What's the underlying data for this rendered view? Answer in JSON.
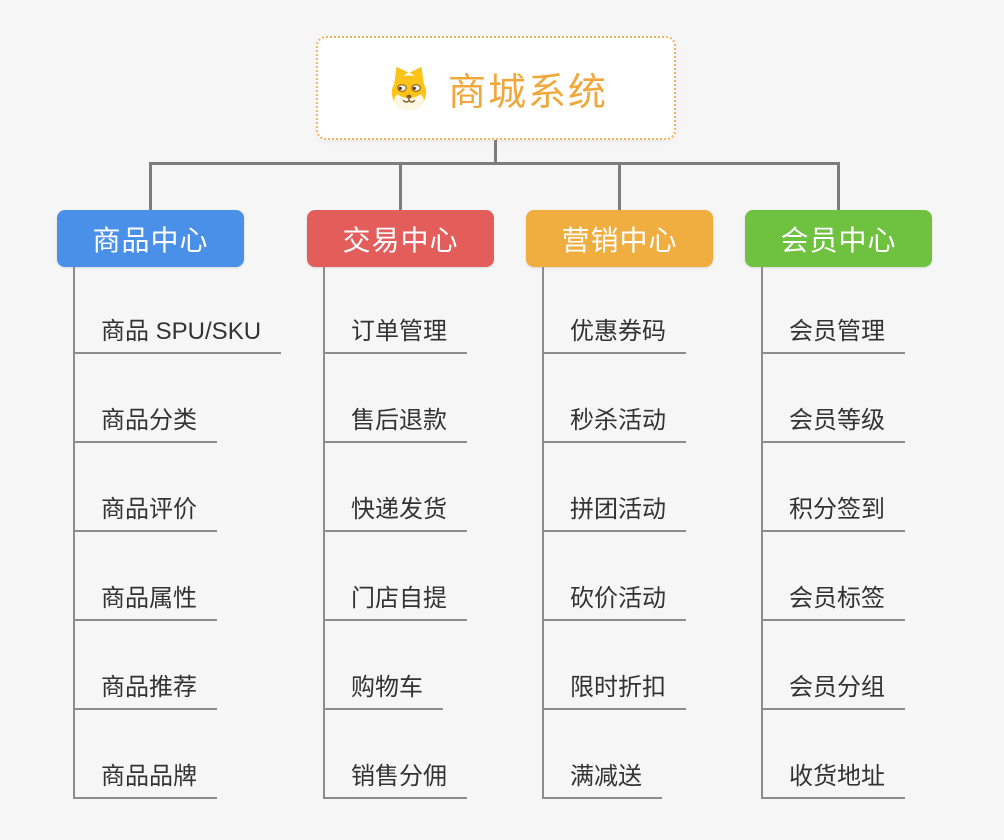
{
  "root": {
    "title": "商城系统",
    "icon": "shiba-dog-icon",
    "accent_color": "#f0a73c",
    "border_color": "#f2b45a"
  },
  "connector_color": "#7d7d7d",
  "branches": [
    {
      "label": "商品中心",
      "color": "#4a90e8",
      "items": [
        "商品 SPU/SKU",
        "商品分类",
        "商品评价",
        "商品属性",
        "商品推荐",
        "商品品牌"
      ]
    },
    {
      "label": "交易中心",
      "color": "#e35d5b",
      "items": [
        "订单管理",
        "售后退款",
        "快递发货",
        "门店自提",
        "购物车",
        "销售分佣"
      ]
    },
    {
      "label": "营销中心",
      "color": "#efae3f",
      "items": [
        "优惠券码",
        "秒杀活动",
        "拼团活动",
        "砍价活动",
        "限时折扣",
        "满减送"
      ]
    },
    {
      "label": "会员中心",
      "color": "#6fc140",
      "items": [
        "会员管理",
        "会员等级",
        "积分签到",
        "会员标签",
        "会员分组",
        "收货地址"
      ]
    }
  ]
}
